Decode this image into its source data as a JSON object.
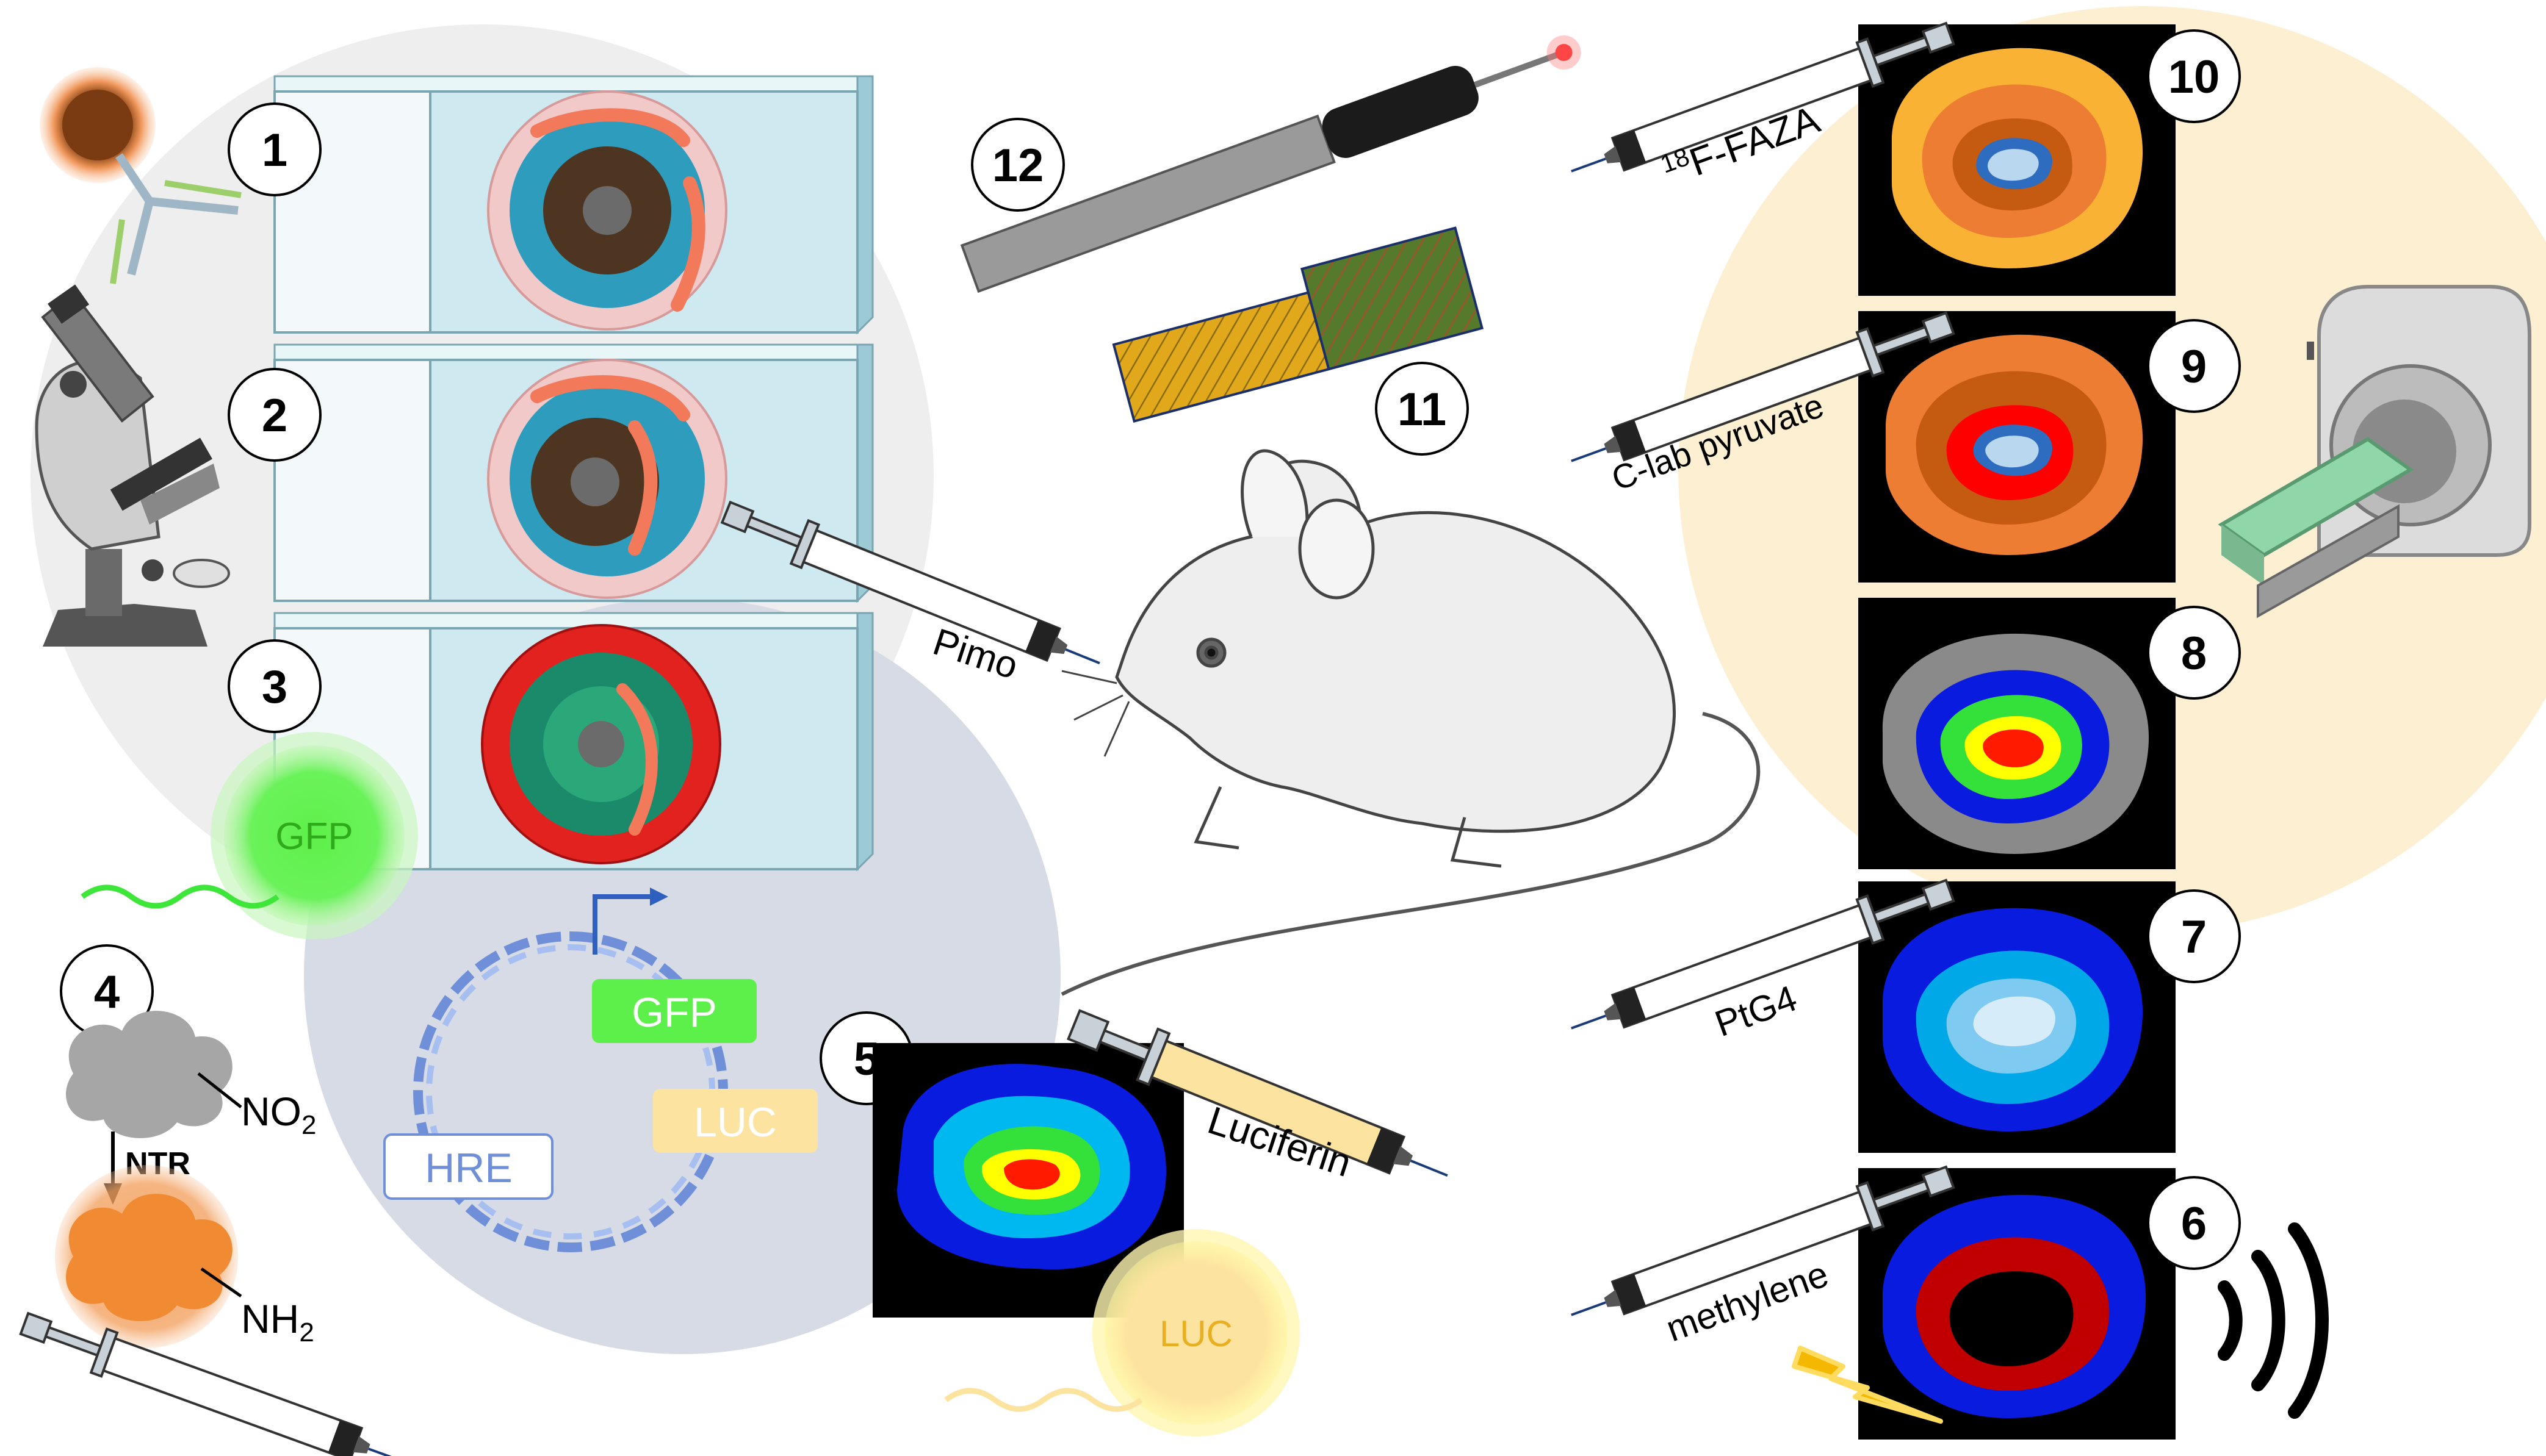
{
  "steps": {
    "s1": "1",
    "s2": "2",
    "s3": "3",
    "s4": "4",
    "s5": "5",
    "s6": "6",
    "s7": "7",
    "s8": "8",
    "s9": "9",
    "s10": "10",
    "s11": "11",
    "s12": "12"
  },
  "labels": {
    "pimo": "Pimo",
    "luciferin": "Luciferin",
    "faza_sup": "18",
    "faza": "F-FAZA",
    "pyruvate": "C-lab pyruvate",
    "ptg4": "PtG4",
    "methylene": "methylene",
    "gfp_glow": "GFP",
    "gfp_box": "GFP",
    "luc_box": "LUC",
    "hre_box": "HRE",
    "luc_glow": "LUC",
    "no2": "NO",
    "no2_sub": "2",
    "ntr": "NTR",
    "nh2": "NH",
    "nh2_sub": "2"
  },
  "colors": {
    "left_disc": "#eeeeee",
    "lower_disc": "#d6dbe6",
    "right_disc": "#fdf0d2",
    "slide_glass": "#cfe9f0",
    "gfp_green": "#5ef04a",
    "luc_yellow": "#fde3a0",
    "dna_blue": "#6f8fd8",
    "faza_outer": "#f9b233",
    "pyruvate_outer": "#ec7d32",
    "ptg4_outer": "#0a1be0",
    "methylene_red": "#c00000",
    "black_panel": "#000000"
  }
}
